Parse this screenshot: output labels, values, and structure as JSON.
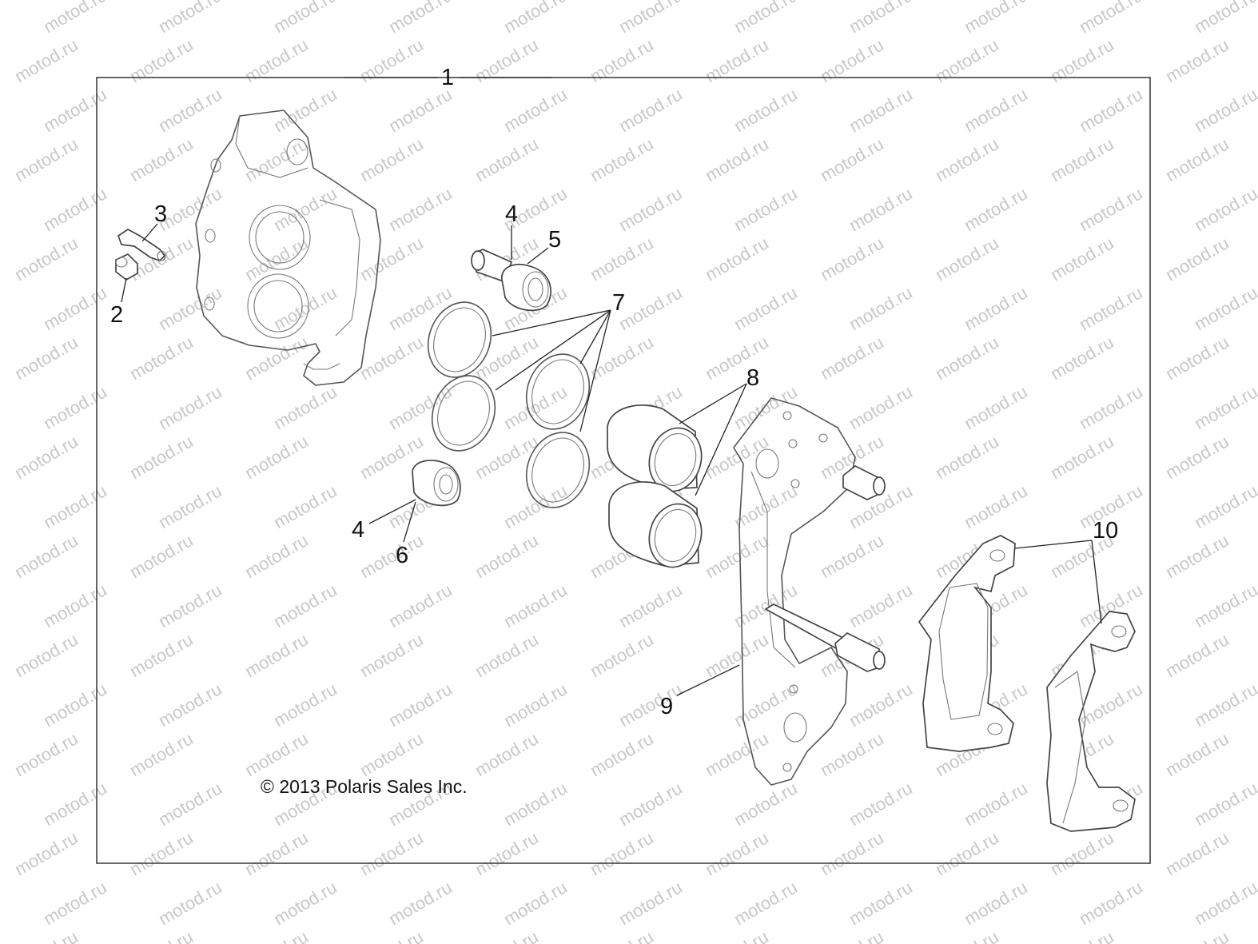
{
  "copyright": "© 2013 Polaris Sales Inc.",
  "watermark": "motod.ru",
  "callouts": {
    "c1": "1",
    "c2": "2",
    "c3": "3",
    "c4a": "4",
    "c4b": "4",
    "c5": "5",
    "c6": "6",
    "c7": "7",
    "c8": "8",
    "c9": "9",
    "c10": "10"
  },
  "colors": {
    "line": "#555555",
    "frame": "#333333",
    "text": "#111111",
    "watermark": "#c8c8c8"
  }
}
